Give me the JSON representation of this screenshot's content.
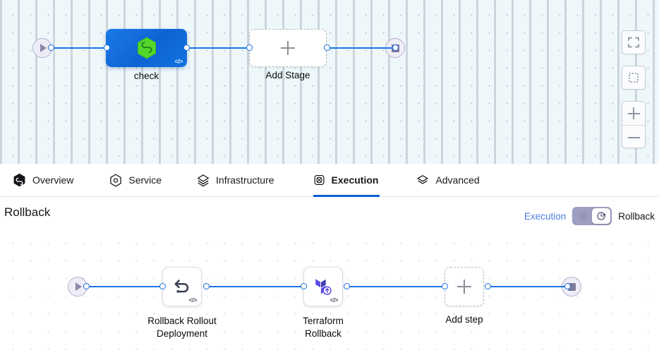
{
  "top_canvas": {
    "name": "pipeline-stage-canvas",
    "start_node": {
      "icon": "play-icon"
    },
    "end_node": {
      "icon": "stop-icon"
    },
    "stages": [
      {
        "label": "check",
        "icon": "harness-hexagon-icon",
        "badge": "</>",
        "type": "stage",
        "selected": true
      },
      {
        "label": "Add Stage",
        "icon": "plus-icon",
        "type": "add"
      }
    ],
    "controls": [
      {
        "name": "fit-to-screen-button",
        "icon": "expand-icon"
      },
      {
        "name": "select-area-button",
        "icon": "dashed-square-icon"
      },
      {
        "name": "zoom-in-button",
        "icon": "plus-icon"
      },
      {
        "name": "zoom-out-button",
        "icon": "minus-icon"
      }
    ]
  },
  "tabs": [
    {
      "label": "Overview",
      "icon": "harness-hexagon-filled-icon",
      "active": false
    },
    {
      "label": "Service",
      "icon": "service-hexagon-icon",
      "active": false
    },
    {
      "label": "Infrastructure",
      "icon": "layers-icon",
      "active": false
    },
    {
      "label": "Execution",
      "icon": "execution-icon",
      "active": true
    },
    {
      "label": "Advanced",
      "icon": "advanced-layers-icon",
      "active": false
    }
  ],
  "rollback_header": {
    "title": "Rollback",
    "toggle": {
      "left_label": "Execution",
      "right_label": "Rollback",
      "left_icon": "execution-icon",
      "right_icon": "rollback-clock-icon",
      "selected": "Rollback"
    }
  },
  "bottom_canvas": {
    "name": "rollback-step-canvas",
    "start_node": {
      "icon": "play-icon"
    },
    "end_node": {
      "icon": "stop-icon"
    },
    "steps": [
      {
        "label": "Rollback Rollout\nDeployment",
        "line1": "Rollback Rollout",
        "line2": "Deployment",
        "icon": "undo-rollback-icon",
        "badge": "</>",
        "type": "step"
      },
      {
        "label": "Terraform\nRollback",
        "line1": "Terraform",
        "line2": "Rollback",
        "icon": "terraform-rollback-icon",
        "badge": "</>",
        "type": "step"
      },
      {
        "label": "Add step",
        "icon": "plus-icon",
        "type": "add"
      }
    ]
  },
  "colors": {
    "accent_blue": "#1b74e4",
    "link_blue": "#4b7fe3",
    "tab_underline": "#0b5fd0",
    "stage_node": "#0e63d4",
    "harness_green": "#4dc71f",
    "terraform_purple": "#5c4ee5",
    "terminal_fill": "#eeecf7",
    "top_canvas_bg": "#eef8fb"
  }
}
